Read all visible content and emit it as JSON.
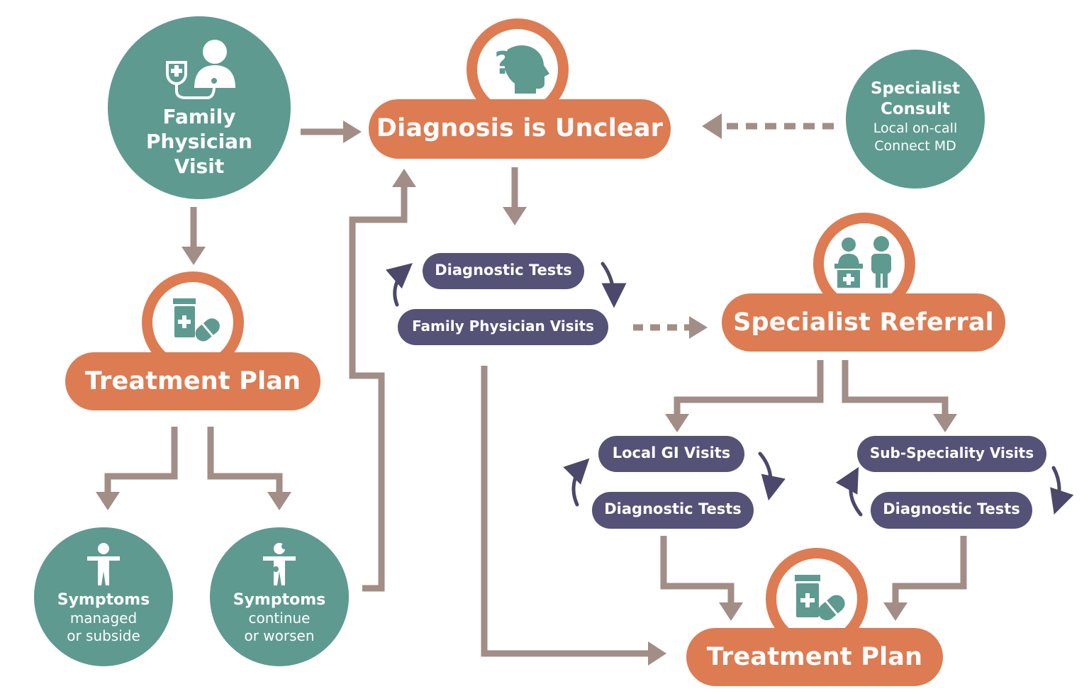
{
  "colors": {
    "teal": "#5e9a90",
    "orange": "#dd7b52",
    "purple": "#555277",
    "connector": "#a28d87",
    "loop_arrow": "#4b486b"
  },
  "nodes": {
    "family_physician_visit": {
      "title": "Family Physician Visit",
      "line1": "Family",
      "line2": "Physician",
      "line3": "Visit",
      "icon": "doctor-stethoscope-icon"
    },
    "diagnosis_unclear": {
      "label": "Diagnosis is Unclear",
      "icon": "head-question-icon"
    },
    "specialist_consult": {
      "title": "Specialist Consult",
      "line1": "Specialist",
      "line2": "Consult",
      "line3": "Local on-call",
      "line4": "Connect MD"
    },
    "treatment_plan_left": {
      "label": "Treatment Plan",
      "icon": "medicine-bottle-pill-icon"
    },
    "diagnostic_tests_1": {
      "label": "Diagnostic Tests"
    },
    "family_physician_visits": {
      "label": "Family Physician Visits"
    },
    "specialist_referral": {
      "label": "Specialist Referral",
      "icon": "specialist-desk-icon"
    },
    "local_gi_visits": {
      "label": "Local GI Visits"
    },
    "diagnostic_tests_2": {
      "label": "Diagnostic Tests"
    },
    "sub_speciality_visits": {
      "label": "Sub-Speciality Visits"
    },
    "diagnostic_tests_3": {
      "label": "Diagnostic Tests"
    },
    "symptoms_managed": {
      "title": "Symptoms",
      "line2": "managed",
      "line3": "or subside",
      "icon": "person-standing-icon"
    },
    "symptoms_continue": {
      "title": "Symptoms",
      "line2": "continue",
      "line3": "or worsen",
      "icon": "person-pain-icon"
    },
    "treatment_plan_bottom": {
      "label": "Treatment Plan",
      "icon": "medicine-bottle-pill-icon"
    }
  },
  "edges": [
    {
      "from": "Family Physician Visit",
      "to": "Diagnosis is Unclear",
      "style": "solid"
    },
    {
      "from": "Specialist Consult",
      "to": "Diagnosis is Unclear",
      "style": "dashed"
    },
    {
      "from": "Family Physician Visit",
      "to": "Treatment Plan",
      "style": "solid"
    },
    {
      "from": "Diagnosis is Unclear",
      "to": "Diagnostic Tests / Family Physician Visits",
      "style": "solid"
    },
    {
      "from": "Family Physician Visits",
      "to": "Specialist Referral",
      "style": "dashed"
    },
    {
      "from": "Treatment Plan",
      "to": "Symptoms managed or subside",
      "style": "solid"
    },
    {
      "from": "Treatment Plan",
      "to": "Symptoms continue or worsen",
      "style": "solid"
    },
    {
      "from": "Symptoms continue or worsen",
      "to": "Diagnosis is Unclear",
      "style": "solid"
    },
    {
      "from": "Specialist Referral",
      "to": "Local GI Visits",
      "style": "solid"
    },
    {
      "from": "Specialist Referral",
      "to": "Sub-Speciality Visits",
      "style": "solid"
    },
    {
      "from": "Family Physician Visits",
      "to": "Treatment Plan",
      "style": "solid"
    },
    {
      "from": "Diagnostic Tests",
      "to": "Treatment Plan",
      "style": "solid"
    },
    {
      "from": "Sub-Speciality Diagnostic Tests",
      "to": "Treatment Plan",
      "style": "solid"
    }
  ]
}
